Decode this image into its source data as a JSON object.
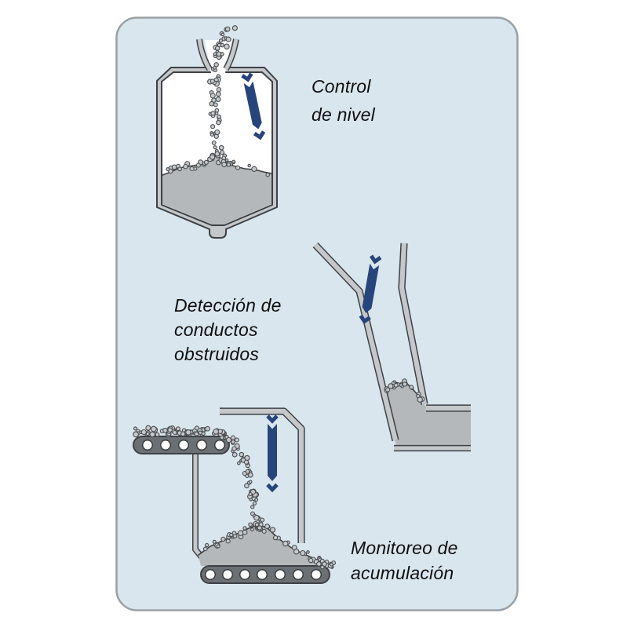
{
  "captions": {
    "level_control": {
      "line1": "Control",
      "line2": "de nivel"
    },
    "blocked_chutes": {
      "line1": "Detección de",
      "line2": "conductos",
      "line3": "obstruidos"
    },
    "accumulation_monitoring": {
      "line1": "Monitoreo de",
      "line2": "acumulación"
    }
  },
  "icons": {
    "sensor_signal": "signal-beam-arrow-down-icon"
  },
  "colors": {
    "page_bg": "#ffffff",
    "panel_bg": "#d9e6ee",
    "panel_border": "#9aa1a6",
    "outline": "#3d4145",
    "wall_gray": "#c5c8ca",
    "material_gray": "#b4b8ba",
    "belt_gray": "#6b7074",
    "granule_fill": "#c6c9cb",
    "granule_outline": "#4a4e52",
    "sensor_navy": "#27457a",
    "text": "#0f0f0f"
  }
}
